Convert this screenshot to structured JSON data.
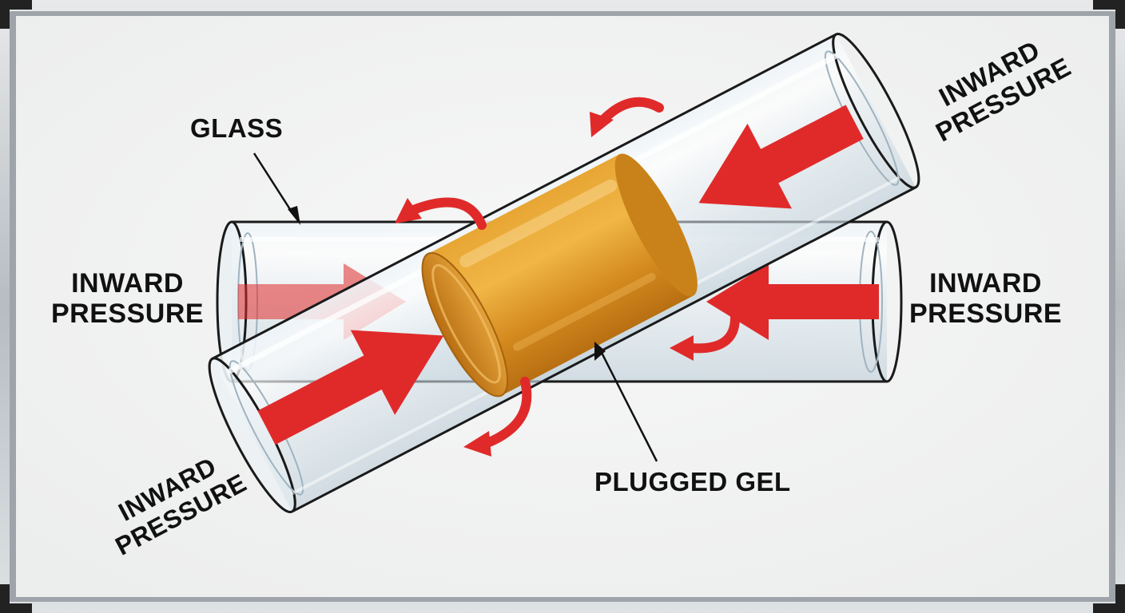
{
  "labels": {
    "glass": "GLASS",
    "plugged_gel": "PLUGGED GEL",
    "inward": "INWARD",
    "pressure": "PRESSURE"
  },
  "colors": {
    "board": "#f1f2f3",
    "frame": "#c9ccd0",
    "arrow": "#e02a2a",
    "gel": "#d9921f",
    "glass_outline": "#1a1a1a"
  },
  "icons": [
    "arrow-icon",
    "curved-arrow-icon"
  ]
}
